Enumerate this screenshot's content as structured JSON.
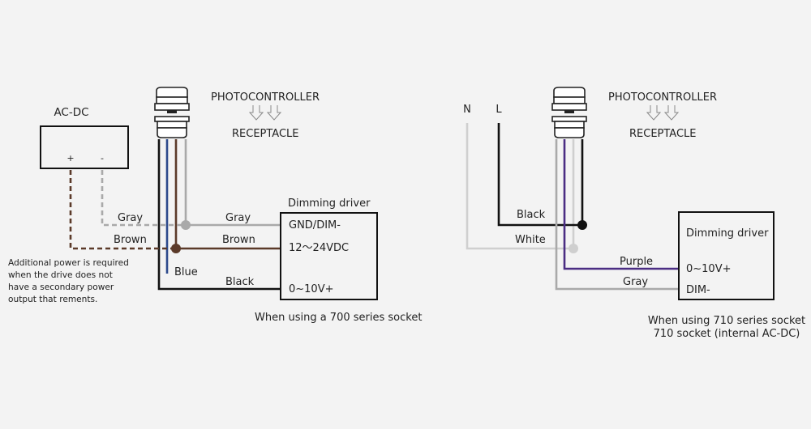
{
  "colors": {
    "background": "#f3f3f3",
    "gray": "#a9a9a9",
    "brown": "#5b3a29",
    "blue": "#2c4a8c",
    "black": "#111111",
    "white_wire": "#cfcfcf",
    "purple": "#4b2d83"
  },
  "left": {
    "acdc": {
      "label": "AC-DC",
      "plus": "+",
      "minus": "-"
    },
    "photocontroller": "PHOTOCONTROLLER",
    "receptacle": "RECEPTACLE",
    "driver": {
      "title": "Dimming driver",
      "terminal_1": "GND/DIM-",
      "terminal_2": "12～24VDC",
      "terminal_3": "0~10V+"
    },
    "wires": {
      "gray_left": "Gray",
      "gray_right": "Gray",
      "brown_left": "Brown",
      "brown_right": "Brown",
      "blue": "Blue",
      "black": "Black"
    },
    "note": "Additional power is required when the drive does not have a secondary power output that rements.",
    "caption": "When using a 700 series socket"
  },
  "right": {
    "n_label": "N",
    "l_label": "L",
    "photocontroller": "PHOTOCONTROLLER",
    "receptacle": "RECEPTACLE",
    "driver": {
      "title": "Dimming driver",
      "terminal_1": "0~10V+",
      "terminal_2": "DIM-"
    },
    "wires": {
      "black": "Black",
      "white": "White",
      "purple": "Purple",
      "gray": "Gray"
    },
    "caption_line1": "When using 710 series socket",
    "caption_line2": "710 socket (internal AC-DC)"
  }
}
